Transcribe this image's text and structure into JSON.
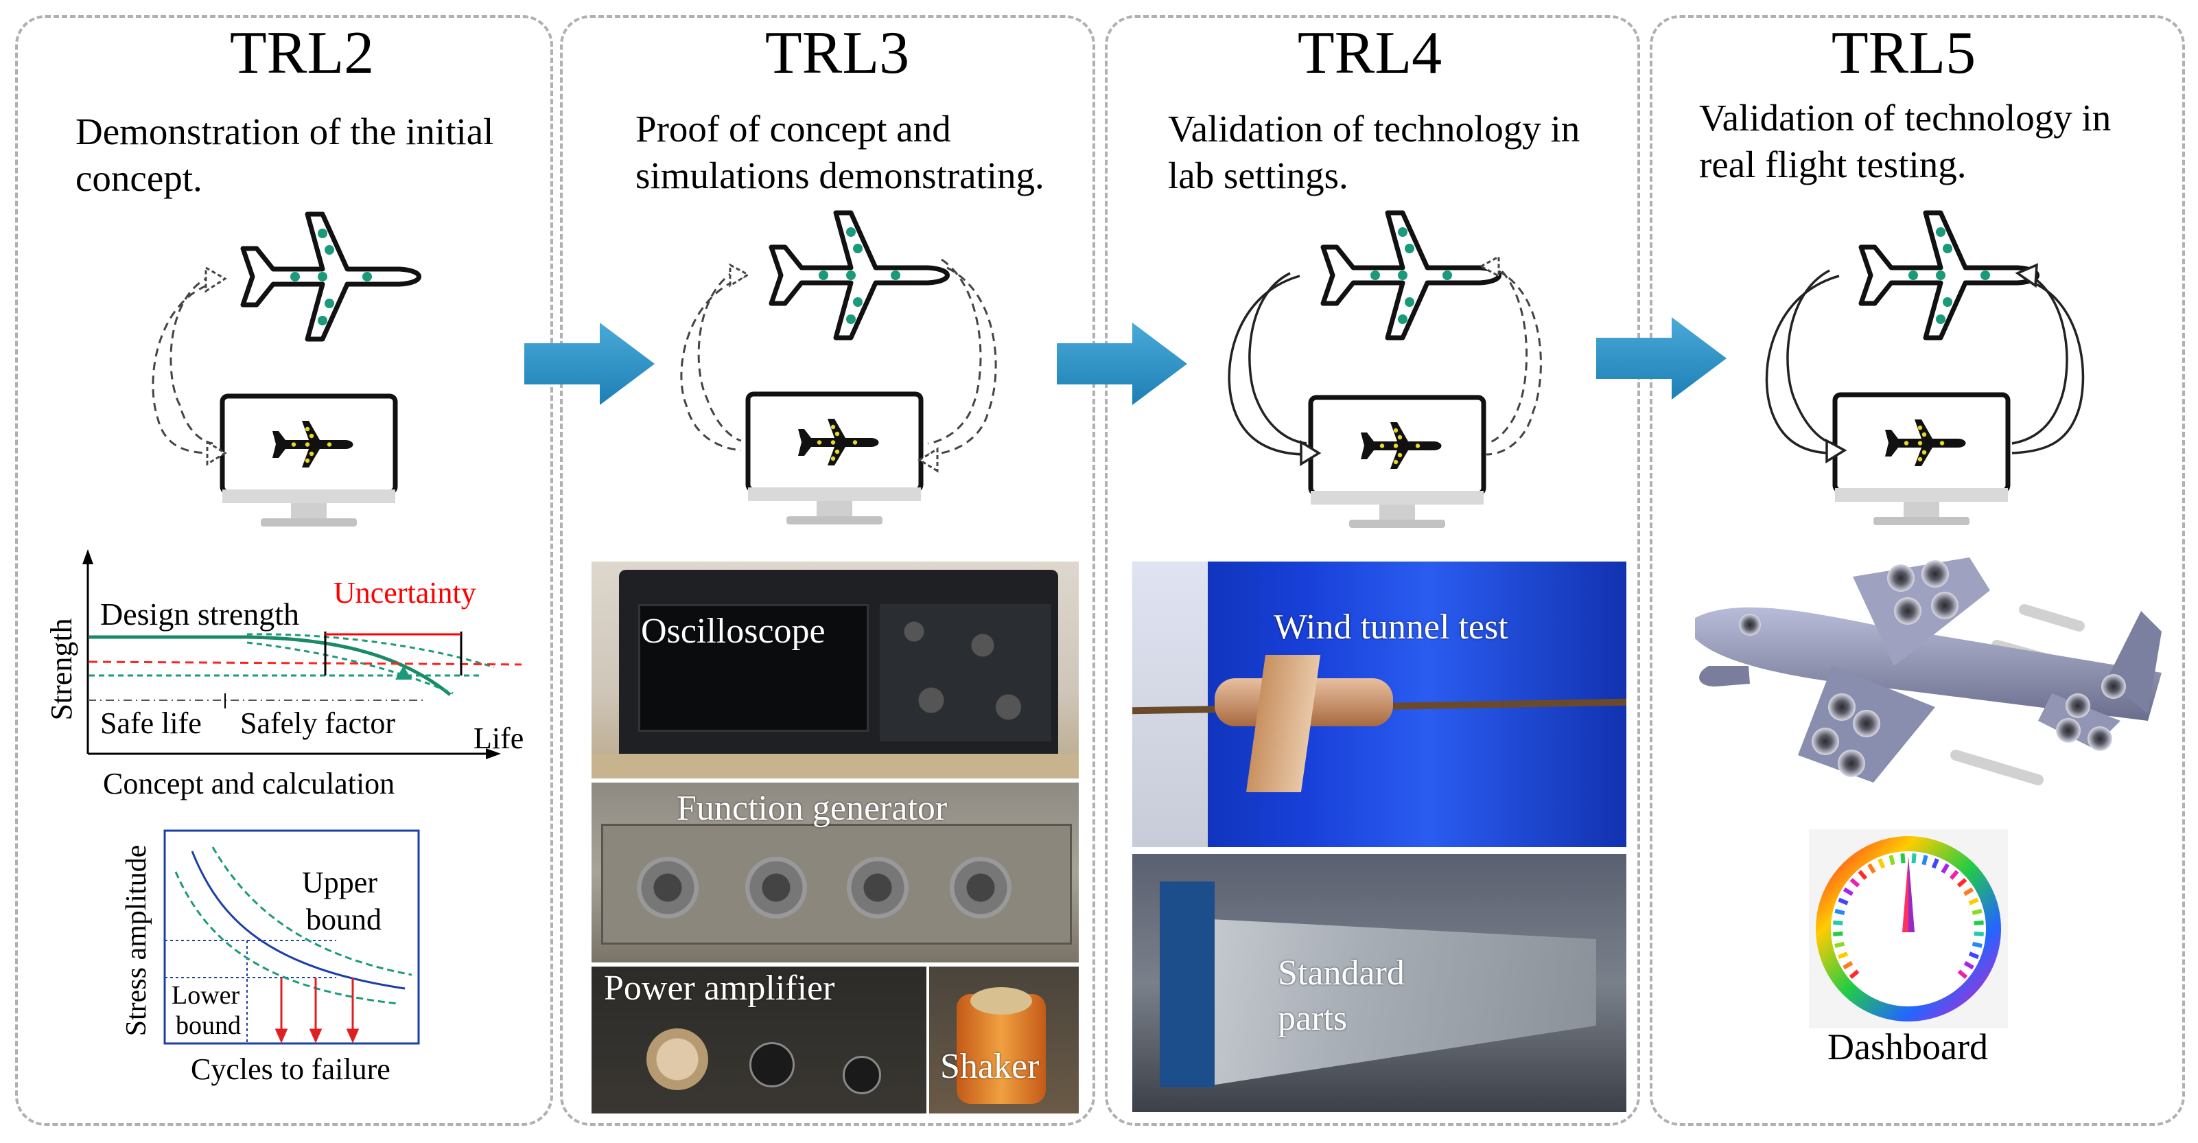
{
  "stages": [
    {
      "title": "TRL2",
      "desc1": "Demonstration of the initial",
      "desc2": "concept."
    },
    {
      "title": "TRL3",
      "desc1": "Proof of concept and",
      "desc2": "simulations demonstrating."
    },
    {
      "title": "TRL4",
      "desc1": "Validation of technology in",
      "desc2": "lab settings."
    },
    {
      "title": "TRL5",
      "desc1": "Validation of technology in",
      "desc2": "real flight testing."
    }
  ],
  "trl2": {
    "chart1": {
      "ylabel": "Strength",
      "design": "Design strength",
      "uncertainty": "Uncertainty",
      "safe_life": "Safe life",
      "safety_factor": "Safely factor",
      "xlabel": "Life",
      "caption": "Concept and calculation"
    },
    "chart2": {
      "ylabel": "Stress amplitude",
      "upper": "Upper",
      "bound_u": "bound",
      "lower": "Lower",
      "bound_l": "bound",
      "xlabel": "Cycles to failure"
    }
  },
  "trl3": {
    "oscilloscope": "Oscilloscope",
    "function_generator": "Function generator",
    "power_amplifier": "Power amplifier",
    "shaker": "Shaker"
  },
  "trl4": {
    "wind_tunnel": "Wind tunnel test",
    "standard": "Standard",
    "parts": "parts"
  },
  "trl5": {
    "dashboard": "Dashboard"
  },
  "colors": {
    "arrow": "#2b8fc4",
    "uncertainty": "#ff0000",
    "design_curve": "#1a8a66",
    "plane_dot": "#1a9a7a"
  }
}
